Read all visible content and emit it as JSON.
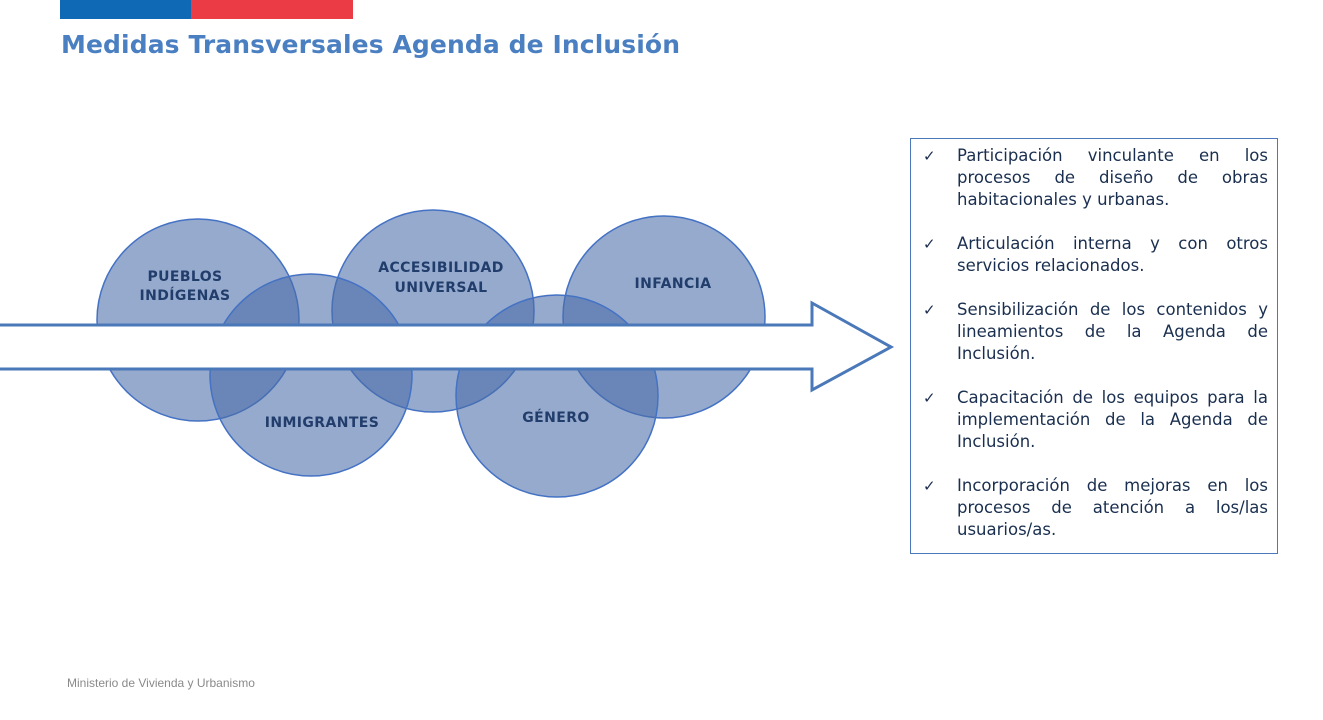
{
  "header": {
    "title": "Medidas Transversales Agenda de Inclusión",
    "flag_colors": [
      "#0f69b4",
      "#eb3c46"
    ]
  },
  "diagram": {
    "circles": [
      {
        "id": "pueblos",
        "lines": [
          "PUEBLOS",
          "INDÍGENAS"
        ]
      },
      {
        "id": "inmigrantes",
        "lines": [
          "INMIGRANTES"
        ]
      },
      {
        "id": "accesibilidad",
        "lines": [
          "ACCESIBILIDAD",
          "UNIVERSAL"
        ]
      },
      {
        "id": "genero",
        "lines": [
          "GÉNERO"
        ]
      },
      {
        "id": "infancia",
        "lines": [
          "INFANCIA"
        ]
      }
    ],
    "circle_fill": "#4a6da8",
    "arrow_stroke": "#4a78b8"
  },
  "measures": [
    "Participación vinculante en los procesos de diseño de obras habitacionales y urbanas.",
    "Articulación interna y con otros servicios relacionados.",
    "Sensibilización de los contenidos y lineamientos de la Agenda de Inclusión.",
    "Capacitación de los equipos para la implementación de la Agenda de Inclusión.",
    "Incorporación de mejoras en los procesos de atención a los/las usuarios/as."
  ],
  "footer": {
    "ministry": "Ministerio de Vivienda y Urbanismo"
  }
}
